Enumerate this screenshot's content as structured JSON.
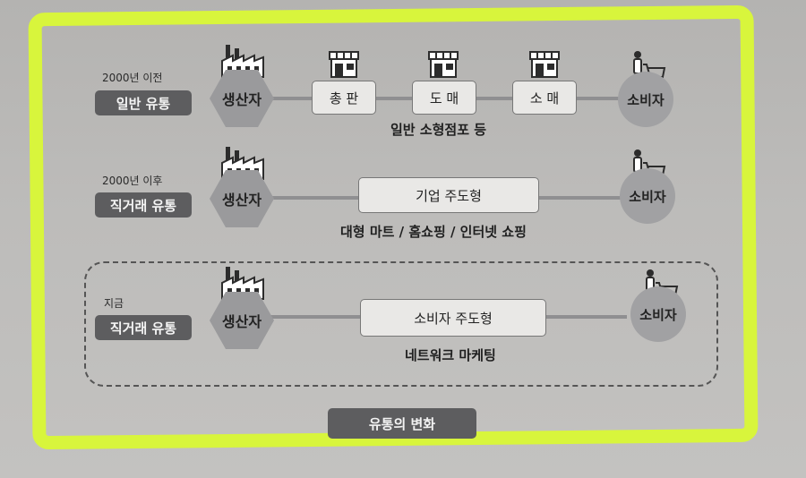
{
  "colors": {
    "highlight": "#d8f53c",
    "badge": "#5d5d5f",
    "node": "#9a9a9c"
  },
  "rows": [
    {
      "era": "2000년 이전",
      "badge": "일반 유통",
      "producer": "생산자",
      "intermediaries": [
        "총 판",
        "도 매",
        "소 매"
      ],
      "consumer": "소비자",
      "caption": "일반 소형점포 등"
    },
    {
      "era": "2000년 이후",
      "badge": "직거래 유통",
      "producer": "생산자",
      "middle": "기업 주도형",
      "consumer": "소비자",
      "caption": "대형 마트 / 홈쇼핑 / 인터넷 쇼핑"
    },
    {
      "era": "지금",
      "badge": "직거래 유통",
      "producer": "생산자",
      "middle": "소비자 주도형",
      "consumer": "소비자",
      "caption": "네트워크 마케팅"
    }
  ],
  "title": "유통의 변화",
  "icons": [
    "factory-icon",
    "store-icon",
    "shopper-cart-icon"
  ]
}
